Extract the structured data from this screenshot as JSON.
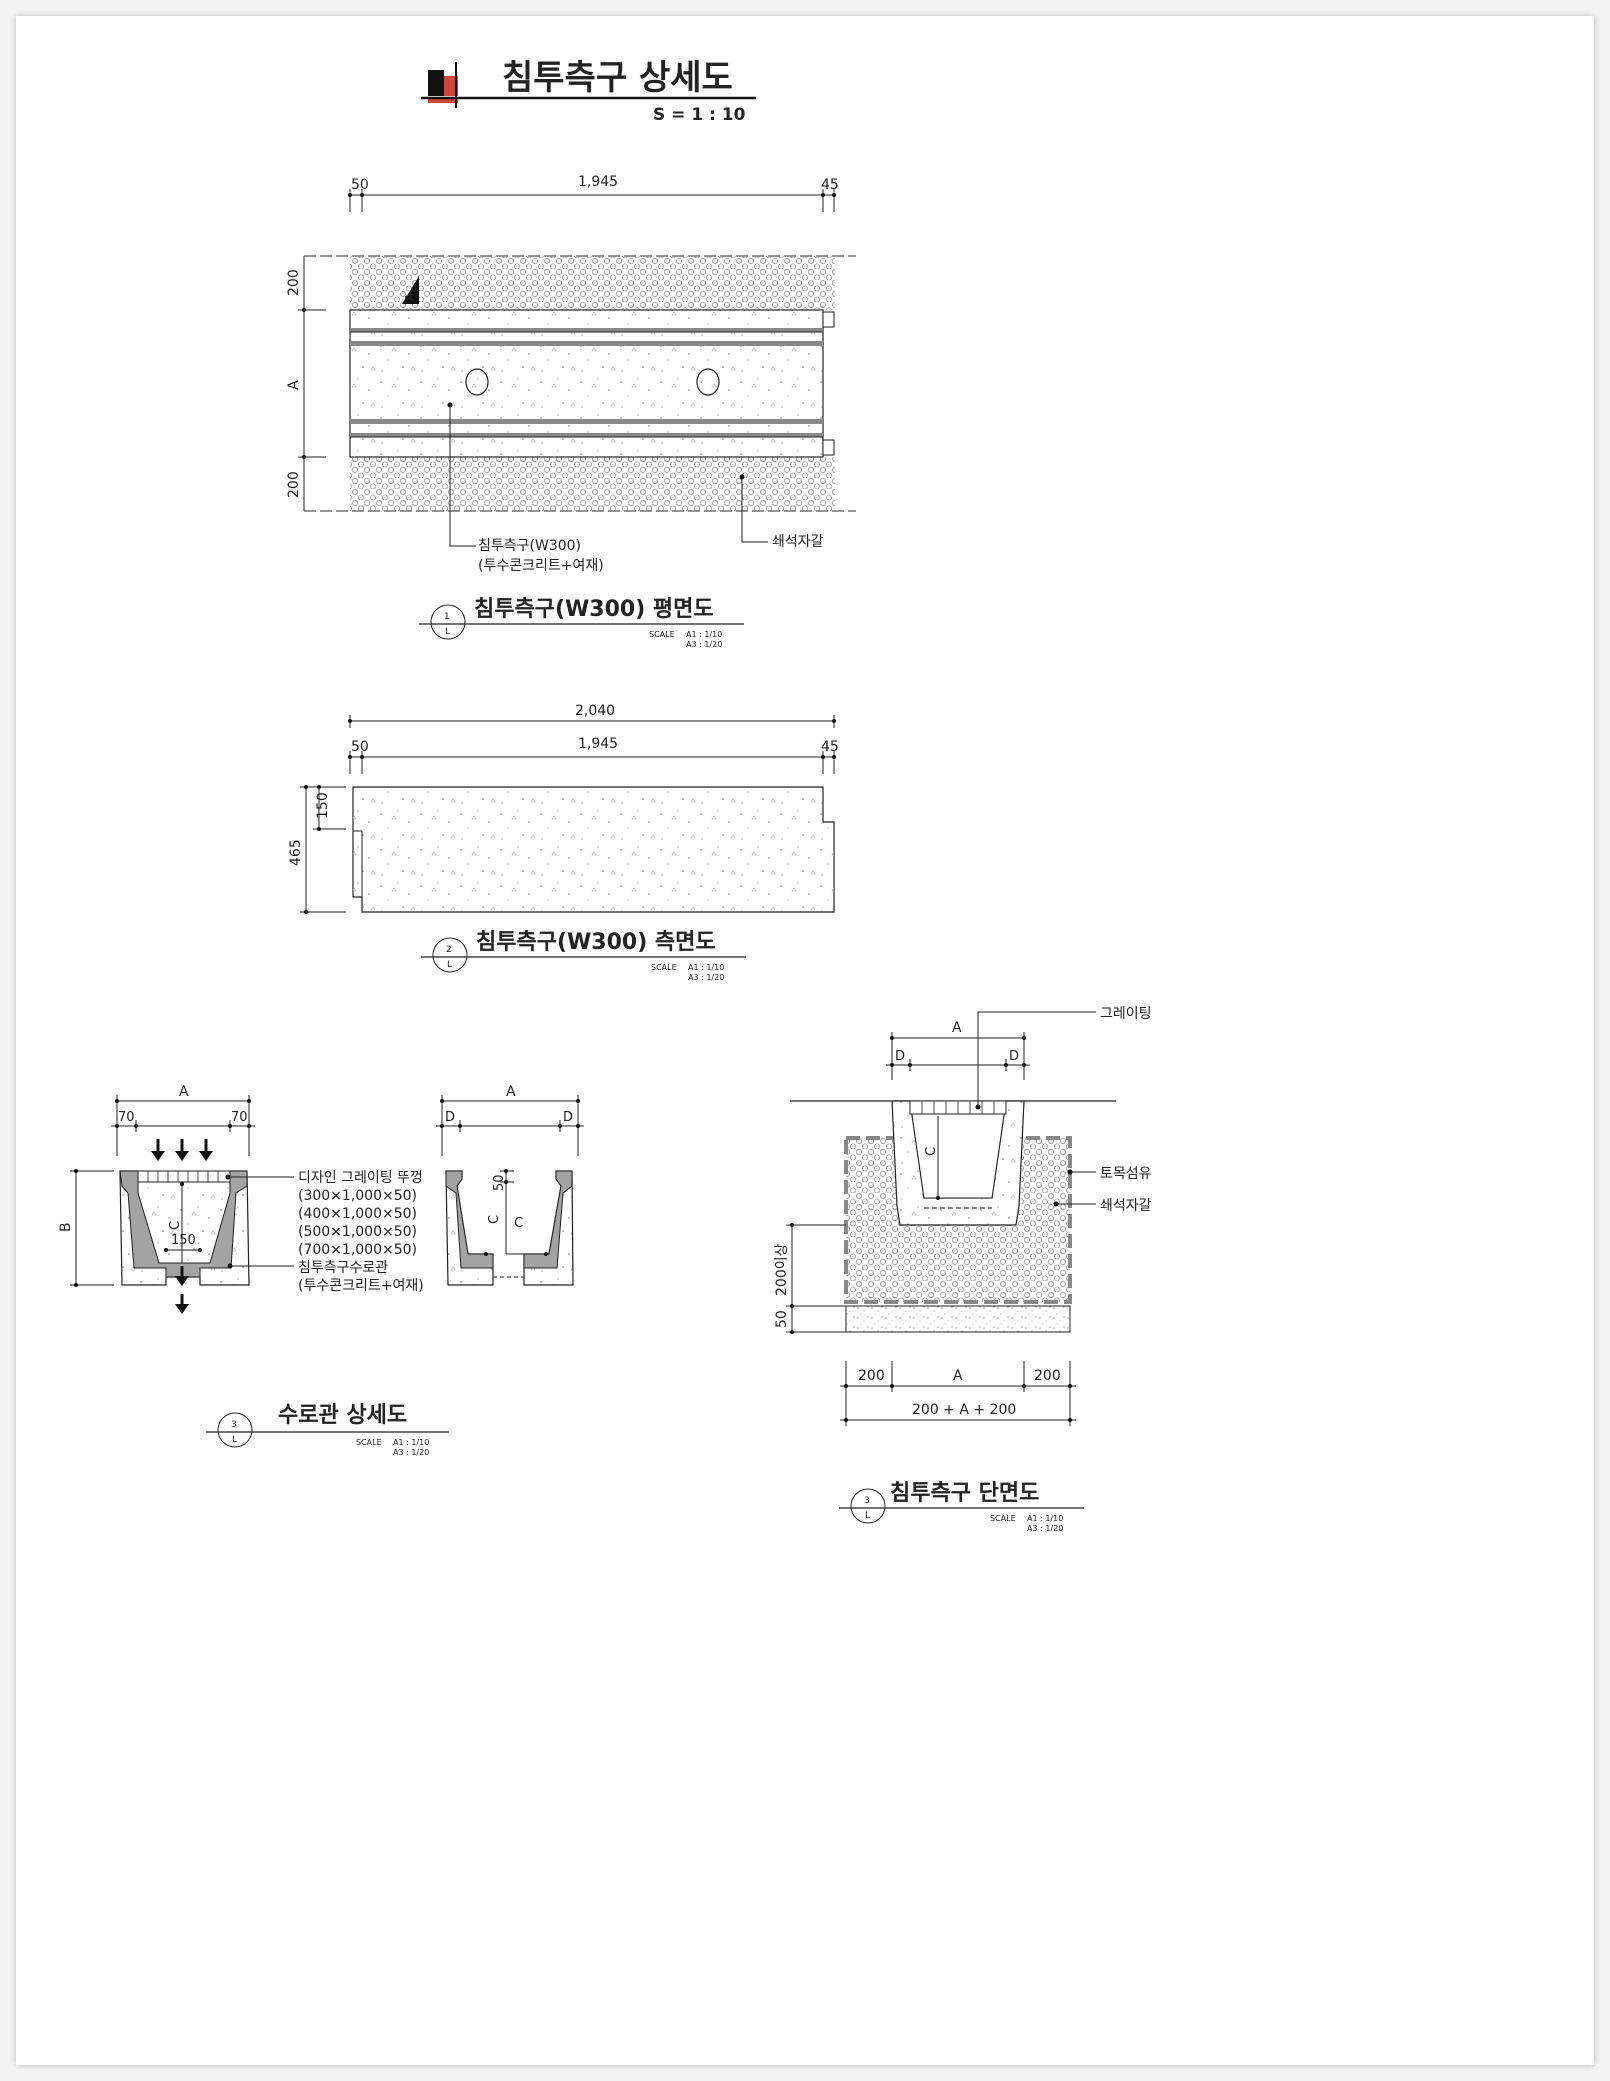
{
  "header": {
    "title": "침투측구  상세도",
    "scale": "S = 1 : 10"
  },
  "plan": {
    "dims": {
      "d50": "50",
      "d1945": "1,945",
      "d45": "45",
      "d200_top": "200",
      "dA": "A",
      "d200_bot": "200"
    },
    "section_marker": "A",
    "callout_left": [
      "침투측구(W300)",
      "(투수콘크리트+여재)"
    ],
    "callout_right": "쇄석자갈",
    "caption": {
      "num": "1",
      "sub": "L",
      "title": "침투측구(W300) 평면도",
      "scale_label": "SCALE",
      "scale_a1": "A1 : 1/10",
      "scale_a3": "A3 : 1/20"
    }
  },
  "side": {
    "dims": {
      "d2040": "2,040",
      "d50": "50",
      "d1945": "1,945",
      "d45": "45",
      "d150": "150",
      "d465": "465"
    },
    "caption": {
      "num": "2",
      "sub": "L",
      "title": "침투측구(W300) 측면도",
      "scale_label": "SCALE",
      "scale_a1": "A1 : 1/10",
      "scale_a3": "A3 : 1/20"
    }
  },
  "channel": {
    "dims": {
      "A1": "A",
      "d70a": "70",
      "d70b": "70",
      "B": "B",
      "C1": "C",
      "d150": "150",
      "A2": "A",
      "D1": "D",
      "D2": "D",
      "d50": "50",
      "C2": "C",
      "C3": "C"
    },
    "callout_grating": [
      "디자인 그레이팅 뚜껑",
      "(300×1,000×50)",
      "(400×1,000×50)",
      "(500×1,000×50)",
      "(700×1,000×50)"
    ],
    "callout_pipe": [
      "침투측구수로관",
      "(투수콘크리트+여재)"
    ],
    "caption": {
      "num": "3",
      "sub": "L",
      "title": "수로관 상세도",
      "scale_label": "SCALE",
      "scale_a1": "A1 : 1/10",
      "scale_a3": "A3 : 1/20"
    }
  },
  "section": {
    "dims": {
      "A": "A",
      "D1": "D",
      "D2": "D",
      "C": "C",
      "d200up": "200이상",
      "d50": "50",
      "b200a": "200",
      "bA": "A",
      "b200b": "200",
      "total": "200 + A + 200"
    },
    "callouts": {
      "grating": "그레이팅",
      "geotextile": "토목섬유",
      "gravel": "쇄석자갈"
    },
    "caption": {
      "num": "3",
      "sub": "L",
      "title": "침투측구 단면도",
      "scale_label": "SCALE",
      "scale_a1": "A1 : 1/10",
      "scale_a3": "A3 : 1/20"
    }
  }
}
